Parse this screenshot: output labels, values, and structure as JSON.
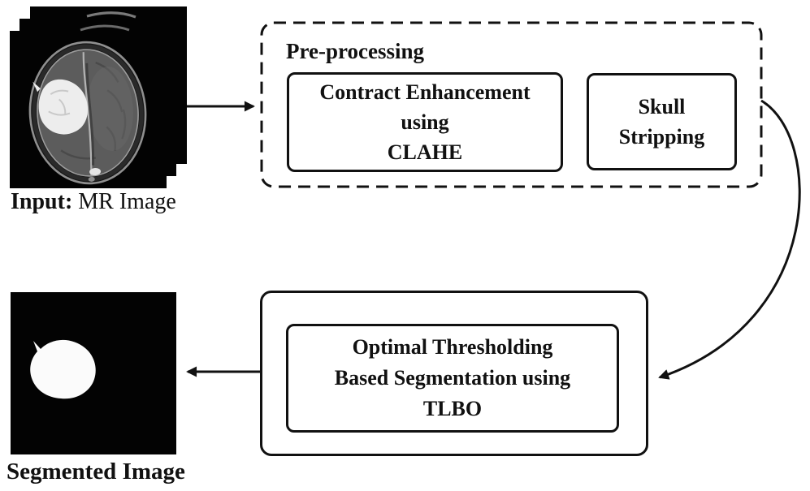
{
  "labels": {
    "input_bold": "Input:",
    "input_rest": " MR Image",
    "segmented": "Segmented Image"
  },
  "preprocessing": {
    "title": "Pre-processing",
    "clahe_box": {
      "lines": [
        "Contract Enhancement",
        "using",
        "CLAHE"
      ]
    },
    "skull_box": {
      "lines": [
        "Skull",
        "Stripping"
      ]
    }
  },
  "segmentation_box": {
    "lines": [
      "Optimal Thresholding",
      "Based Segmentation using",
      "TLBO"
    ]
  },
  "icons": {
    "input_image": "brain-mri-stack",
    "output_image": "binary-tumor-mask"
  },
  "colors": {
    "ink": "#111111",
    "background": "#ffffff",
    "image_background": "#000000",
    "tumor_mask": "#fbfbfb"
  }
}
